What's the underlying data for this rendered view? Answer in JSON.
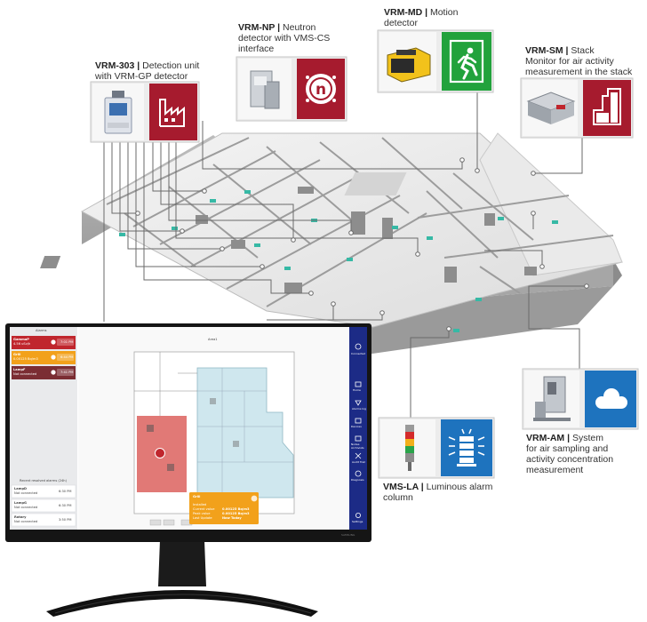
{
  "callouts": [
    {
      "code": "VRM-303",
      "desc_lines": [
        "Detection unit",
        "with VRM-GP detector"
      ],
      "desc_first_inline": true
    },
    {
      "code": "VRM-NP",
      "desc_lines": [
        "Neutron",
        "detector with VMS-CS",
        "interface"
      ],
      "desc_first_inline": true
    },
    {
      "code": "VRM-MD",
      "desc_lines": [
        "Motion",
        "detector"
      ],
      "desc_first_inline": true
    },
    {
      "code": "VRM-SM",
      "desc_lines": [
        "Stack",
        "Monitor for air activity",
        "measurement in the stack"
      ],
      "desc_first_inline": true
    },
    {
      "code": "VRM-AM",
      "desc_lines": [
        "System",
        "for air sampling and",
        "activity concentration",
        "measurement"
      ],
      "desc_first_inline": true
    },
    {
      "code": "VMS-LA",
      "desc_lines": [
        "Luminous alarm",
        "column"
      ],
      "desc_first_inline": true
    }
  ],
  "monitor": {
    "alarms_title": "Alarms",
    "alarms": [
      {
        "name": "GammaP",
        "value": "4.56 uSv/h",
        "time": "7:01 PM",
        "color": "#c0262d"
      },
      {
        "name": "Grill",
        "value": "0.00125 Bq/m3",
        "time": "6:44 PM",
        "color": "#f2a11b"
      },
      {
        "name": "LampF",
        "value": "Not connected",
        "time": "7:41 PM",
        "color": "#7b2d33"
      }
    ],
    "recent_title": "Recent resolved alarms (24h)",
    "recent": [
      {
        "name": "LampD",
        "value": "Not connected",
        "time": "6:30 PM"
      },
      {
        "name": "LampG",
        "value": "Not connected",
        "time": "6:30 PM"
      },
      {
        "name": "Rotary",
        "value": "Not connected",
        "time": "3:50 PM"
      }
    ],
    "map_title": "Area1",
    "popup": {
      "title": "Grill",
      "status": "Installed",
      "rows": [
        [
          "Current value",
          "0.00125 Bq/m3"
        ],
        [
          "Peak value",
          "0.00125 Bq/m3"
        ],
        [
          "Last Update",
          "Now Today"
        ]
      ]
    },
    "sidebar": [
      "Home",
      "Alarms log",
      "Devices",
      "Nodes Archivists",
      "Audit Trail",
      "Diagnosis",
      "Settings"
    ],
    "sidebar_top": "Connected",
    "brand": "SAMSUNG"
  },
  "colors": {
    "red": "#a61b2e",
    "blue": "#1e73be",
    "green": "#22a23c",
    "alarm_red": "#c0262d",
    "alarm_orange": "#f2a11b",
    "nav": "#1c2b86"
  }
}
